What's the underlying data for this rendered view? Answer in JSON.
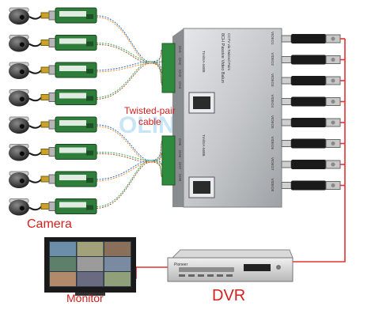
{
  "labels": {
    "camera": "Camera",
    "twisted_pair_line1": "Twisted-pair",
    "twisted_pair_line2": "cable",
    "monitor": "Monitor",
    "dvr": "DVR"
  },
  "hub": {
    "title": "8CH Passive Video Balun",
    "subtitle": "CCTV via Twisted Pairs",
    "ports_top_left": [
      "CH1",
      "CH2",
      "CH3",
      "CH4"
    ],
    "ports_bottom_left": [
      "CH5",
      "CH6",
      "CH7",
      "CH8"
    ],
    "rj45_label_top": "TIA/EIA-568B",
    "rj45_label_bottom": "TIA/EIA-568B",
    "video_outputs": [
      "VIDEO1",
      "VIDEO2",
      "VIDEO3",
      "VIDEO4",
      "VIDEO5",
      "VIDEO6",
      "VIDEO7",
      "VIDEO8"
    ]
  },
  "dvr_brand": "Pioneer",
  "watermark": "OLINA",
  "camera_count": 8,
  "colors": {
    "label_red": "#d41f1f",
    "cable_red": "#e53030",
    "hub_silver": "#c9ccce",
    "balun_green": "#2f7d3a",
    "cable_black": "#1a1a1a"
  }
}
